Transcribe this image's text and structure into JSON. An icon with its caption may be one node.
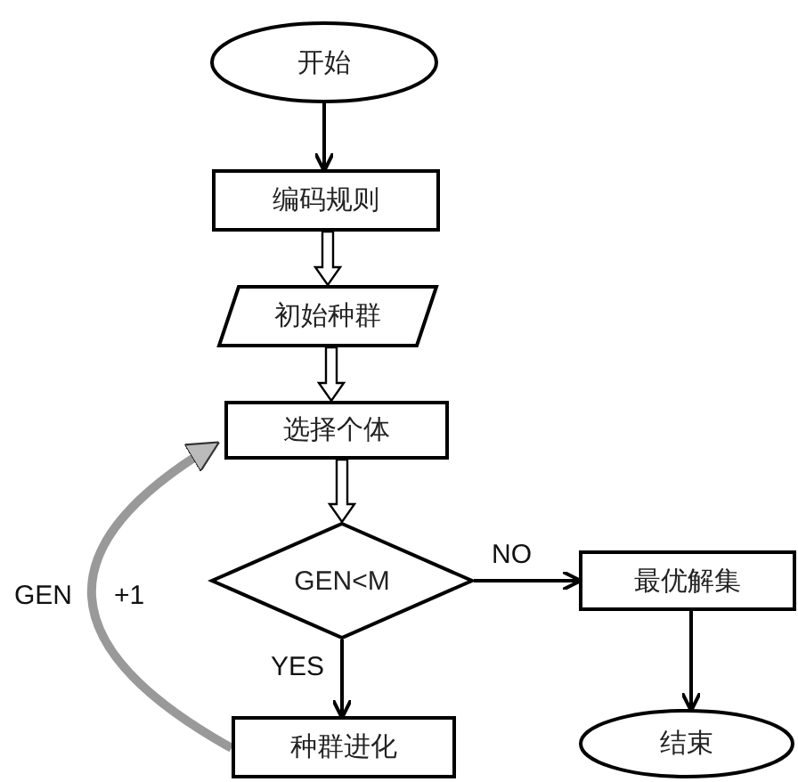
{
  "diagram": {
    "nodes": [
      {
        "text": [
          "开始"
        ]
      },
      {
        "text": [
          "编码规则"
        ]
      },
      {
        "text": [
          "初始种群"
        ]
      },
      {
        "text": [
          "选择个体"
        ]
      },
      {
        "text": [
          "GEN<M"
        ]
      },
      {
        "text": [
          "最优解集"
        ]
      },
      {
        "text": [
          "种群进化"
        ]
      },
      {
        "text": [
          "结束"
        ]
      }
    ],
    "edges": [
      {
        "from": 0,
        "to": 1,
        "arrow": "to"
      },
      {
        "from": 1,
        "to": 2,
        "arrow": "to",
        "style": "thick"
      },
      {
        "from": 2,
        "to": 3,
        "arrow": "to",
        "style": "thick"
      },
      {
        "from": 3,
        "to": 4,
        "arrow": "to",
        "style": "thick"
      },
      {
        "from": 4,
        "to": 5,
        "arrow": "to",
        "label": "NO"
      },
      {
        "from": 5,
        "to": 7,
        "arrow": "to"
      },
      {
        "from": 4,
        "to": 6,
        "arrow": "to",
        "label": "YES"
      },
      {
        "from": 6,
        "to": 3,
        "arrow": "to",
        "style": "thick",
        "color": "#999999"
      }
    ],
    "labels": [
      "GEN",
      "+1"
    ]
  }
}
